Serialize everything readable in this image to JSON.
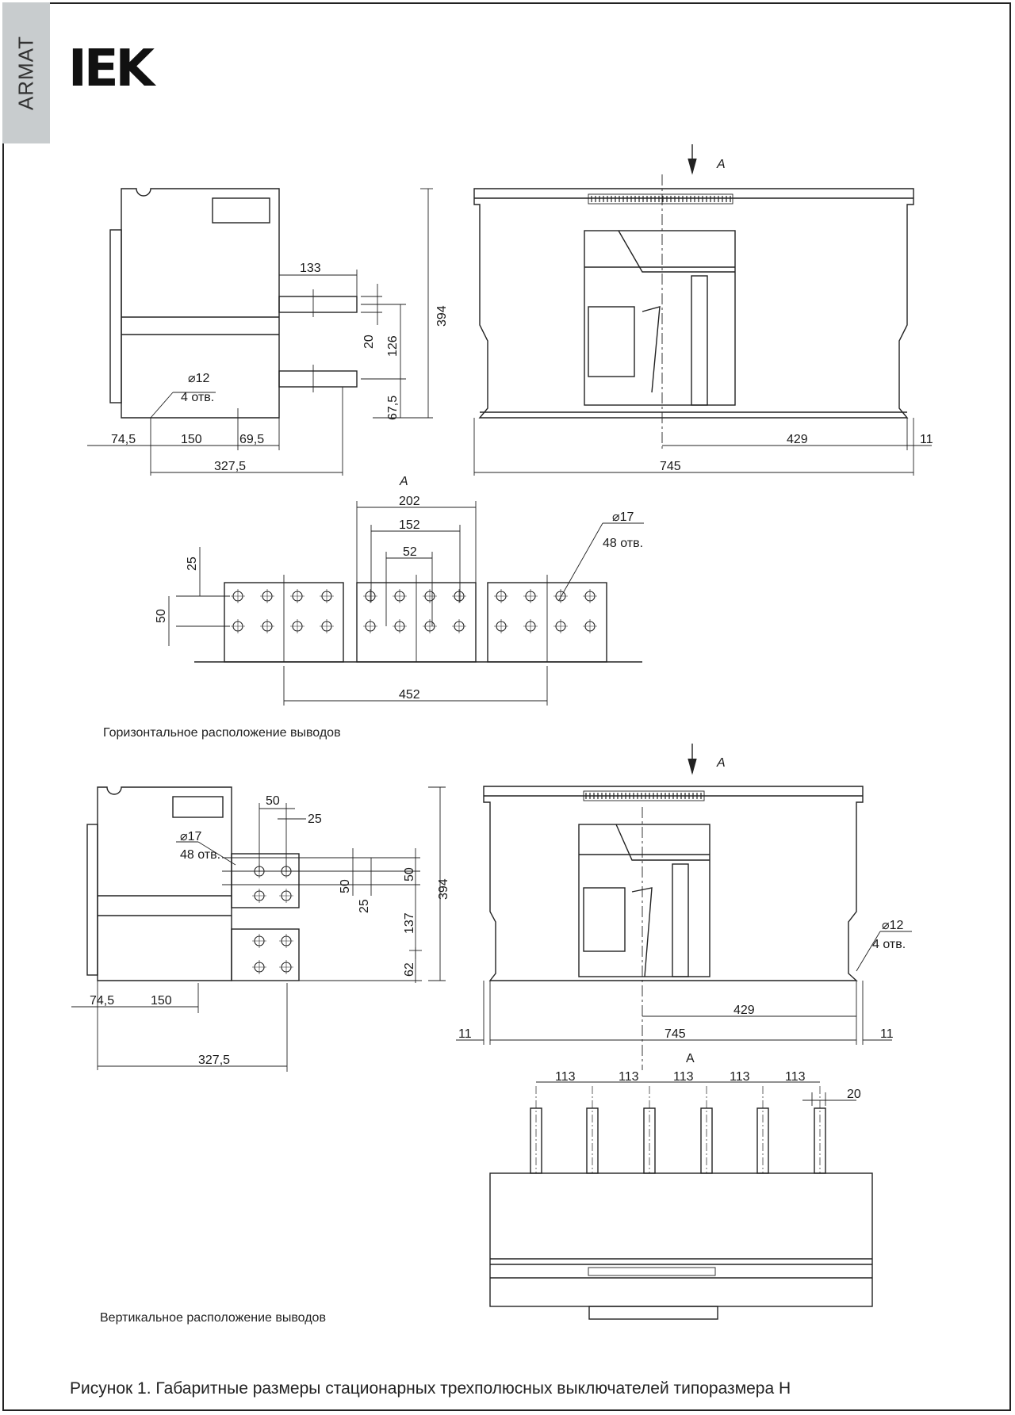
{
  "brand": {
    "series": "ARMAT",
    "logo": "IEK"
  },
  "labels": {
    "view_arrow": "A",
    "view_label": "A",
    "horizontal_caption": "Горизонтальное расположение выводов",
    "vertical_caption": "Вертикальное расположение выводов",
    "figure_caption": "Рисунок 1. Габаритные размеры стационарных трехполюсных выключателей типоразмера H"
  },
  "horizontal": {
    "side_view": {
      "dims": [
        "133",
        "394",
        "20",
        "126",
        "67,5",
        "74,5",
        "150",
        "69,5",
        "327,5"
      ],
      "hole_callout": [
        "⌀12",
        "4 отв."
      ]
    },
    "front_view": {
      "dims": [
        "429",
        "11",
        "745"
      ]
    },
    "terminal_view": {
      "dims": [
        "202",
        "152",
        "52",
        "25",
        "50",
        "452"
      ],
      "hole_callout": [
        "⌀17",
        "48 отв."
      ]
    }
  },
  "vertical": {
    "side_view": {
      "dims": [
        "50",
        "25",
        "50",
        "50",
        "25",
        "394",
        "137",
        "62",
        "74,5",
        "150",
        "327,5"
      ],
      "hole_callout": [
        "⌀17",
        "48 отв."
      ]
    },
    "front_view": {
      "dims": [
        "429",
        "11",
        "745",
        "11"
      ],
      "hole_callout": [
        "⌀12",
        "4 отв."
      ]
    },
    "terminal_view": {
      "dims": [
        "113",
        "113",
        "113",
        "113",
        "113",
        "20"
      ]
    }
  }
}
